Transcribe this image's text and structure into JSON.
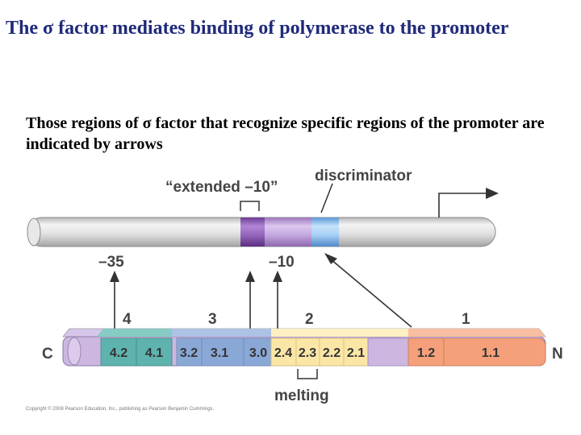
{
  "title": {
    "prefix": "The ",
    "symbol": "σ",
    "suffix": " factor mediates binding of polymerase to the promoter"
  },
  "subtitle": {
    "prefix": "Those regions of ",
    "symbol": "σ",
    "suffix": " factor that recognize specific regions of the promoter are indicated by arrows"
  },
  "diagram": {
    "promoter_labels": {
      "extended": "“extended –10”",
      "discriminator": "discriminator",
      "minus35": "–35",
      "minus10": "–10"
    },
    "domain_labels": [
      "4",
      "3",
      "2",
      "1"
    ],
    "terminal_c": "C",
    "terminal_n": "N",
    "regions": [
      "4.2",
      "4.1",
      "3.2",
      "3.1",
      "3.0",
      "2.4",
      "2.3",
      "2.2",
      "2.1",
      "1.2",
      "1.1"
    ],
    "melting": "melting",
    "colors": {
      "domain4": "#5fb3ae",
      "domain3": "#8aa8d6",
      "domain2": "#fbe6a6",
      "domain1": "#f5a07b",
      "linker": "#cdb7e0",
      "dna_gray": "#d8d8d8",
      "dna_purple": "#b58fd1",
      "dna_blue": "#8fc1ee"
    }
  },
  "copyright": "Copyright © 2008 Pearson Education, Inc., publishing as Pearson Benjamin Cummings."
}
